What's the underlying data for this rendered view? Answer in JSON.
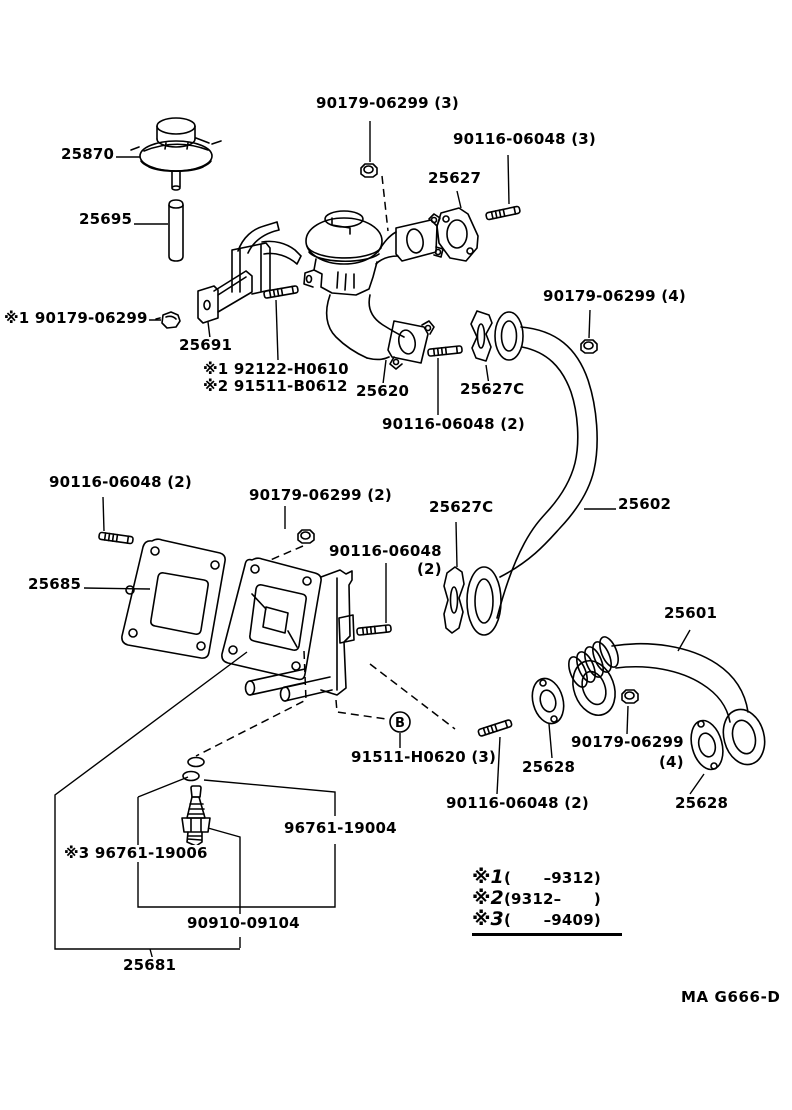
{
  "diagram": {
    "title_hint": "EGR exploded parts diagram",
    "footer_code": "MA G666-D",
    "callout_b": "B",
    "line_color": "#000000",
    "background_color": "#ffffff",
    "labels": [
      {
        "text": "90179-06299 (3)"
      },
      {
        "text": "25870"
      },
      {
        "text": "90116-06048 (3)"
      },
      {
        "text": "25627"
      },
      {
        "text": "25695"
      },
      {
        "text": "90179-06299 (4)"
      },
      {
        "text": "※1 90179-06299"
      },
      {
        "text": "25691"
      },
      {
        "text": "※1 92122-H0610"
      },
      {
        "text": "※2 91511-B0612"
      },
      {
        "text": "25620"
      },
      {
        "text": "25627C"
      },
      {
        "text": "90116-06048 (2)"
      },
      {
        "text": "90116-06048 (2)"
      },
      {
        "text": "90179-06299 (2)"
      },
      {
        "text": "25627C"
      },
      {
        "text": "25602"
      },
      {
        "text": "90116-06048"
      },
      {
        "text": "(2)"
      },
      {
        "text": "25685"
      },
      {
        "text": "25601"
      },
      {
        "text": "91511-H0620 (3)"
      },
      {
        "text": "90179-06299"
      },
      {
        "text": "(4)"
      },
      {
        "text": "25628"
      },
      {
        "text": "90116-06048 (2)"
      },
      {
        "text": "25628"
      },
      {
        "text": "96761-19004"
      },
      {
        "text": "※3 96761-19006"
      },
      {
        "text": "90910-09104"
      },
      {
        "text": "25681"
      }
    ],
    "legend": {
      "rows": [
        {
          "marker": "※1",
          "range": "(      –9312)"
        },
        {
          "marker": "※2",
          "range": "(9312–      )"
        },
        {
          "marker": "※3",
          "range": "(      –9409)"
        }
      ]
    }
  }
}
